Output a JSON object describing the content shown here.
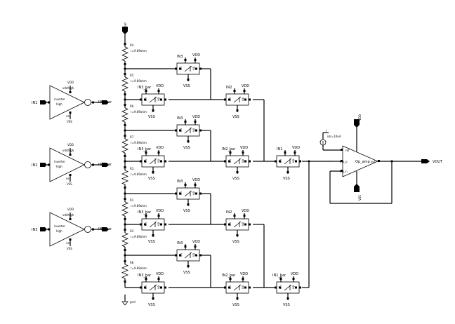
{
  "nets": {
    "vref": "vref",
    "gnd": "gnd",
    "vdd": "VDD",
    "vss": "VSS",
    "vout": "VOUT",
    "in1": "IN1",
    "in2": "IN2",
    "in3": "IN3",
    "in1_bar": "IN1_bar",
    "in2_bar": "IN2_bar",
    "in3_bar": "IN3_bar"
  },
  "inverter": {
    "title_line1": "inverter",
    "title_line2": "high",
    "pin_top": "vddhigh",
    "pin_bottom": "vss"
  },
  "switch": {
    "pin_dn": "dn",
    "pin_up": "up",
    "pin_out": "out"
  },
  "resistors": [
    {
      "name": "R4",
      "value": "r=9.89ohm"
    },
    {
      "name": "R5",
      "value": "r=9.89ohm"
    },
    {
      "name": "R6",
      "value": "r=9.89ohm"
    },
    {
      "name": "R7",
      "value": "r=9.89ohm"
    },
    {
      "name": "R3",
      "value": "r=9.89ohm"
    },
    {
      "name": "R1",
      "value": "r=9.89ohm"
    },
    {
      "name": "R2",
      "value": "r=9.89ohm"
    },
    {
      "name": "R8",
      "value": "r=9.89ohm"
    }
  ],
  "opamp": {
    "label": "Op_amp",
    "pin_ref": "ref",
    "pin_inp": "inp_p",
    "pin_inn": "inp_n",
    "pin_out": "out"
  },
  "source": {
    "name": "I",
    "value": "idc=10uA"
  }
}
